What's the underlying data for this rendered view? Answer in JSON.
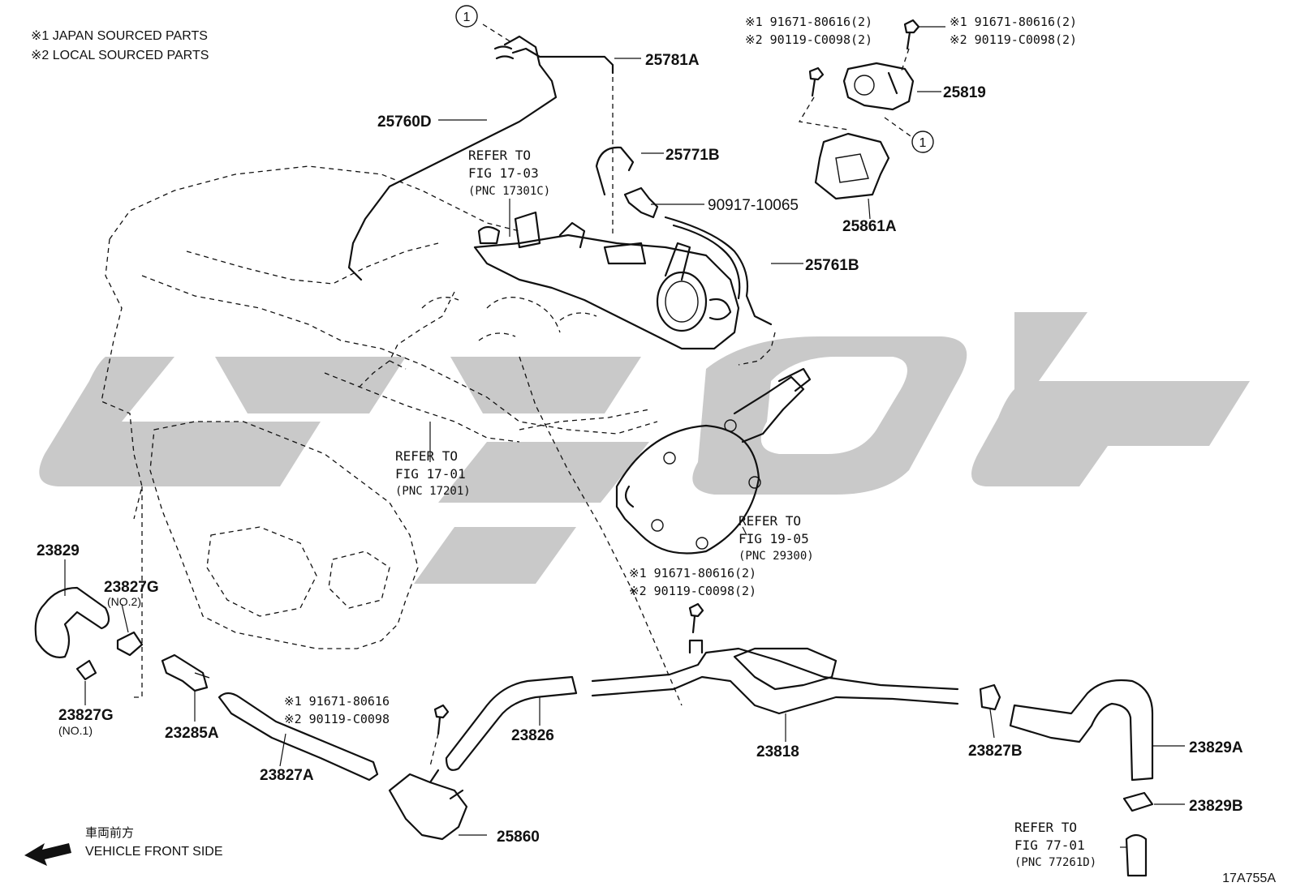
{
  "legend": {
    "line1": "※1 JAPAN SOURCED PARTS",
    "line2": "※2 LOCAL SOURCED PARTS"
  },
  "part_numbers": {
    "p25781A": "25781A",
    "p25760D": "25760D",
    "p25771B": "25771B",
    "p90917": "90917-10065",
    "p25761B": "25761B",
    "p25819": "25819",
    "p25861A": "25861A",
    "p23829": "23829",
    "p23827G_no2": "23827G",
    "p23827G_no2_sub": "(NO.2)",
    "p23827G_no1": "23827G",
    "p23827G_no1_sub": "(NO.1)",
    "p23285A": "23285A",
    "p23827A": "23827A",
    "p23826": "23826",
    "p23818": "23818",
    "p23827B": "23827B",
    "p23829A": "23829A",
    "p23829B": "23829B",
    "p25860": "25860"
  },
  "bolt_callouts": {
    "top_mid_1": "※1 91671-80616(2)",
    "top_mid_2": "※2 90119-C0098(2)",
    "top_right_1": "※1 91671-80616(2)",
    "top_right_2": "※2 90119-C0098(2)",
    "center_1": "※1 91671-80616(2)",
    "center_2": "※2 90119-C0098(2)",
    "lower_1": "※1 91671-80616",
    "lower_2": "※2 90119-C0098"
  },
  "refer": {
    "r1_title": "REFER TO",
    "r1_fig": "FIG 17-03",
    "r1_pnc": "(PNC 17301C)",
    "r2_title": "REFER TO",
    "r2_fig": "FIG 17-01",
    "r2_pnc": "(PNC 17201)",
    "r3_title": "REFER TO",
    "r3_fig": "FIG 19-05",
    "r3_pnc": "(PNC 29300)",
    "r4_title": "REFER TO",
    "r4_fig": "FIG 77-01",
    "r4_pnc": "(PNC 77261D)"
  },
  "markers": {
    "circle_top": "1",
    "circle_right": "1"
  },
  "front_note": {
    "japanese": "車両前方",
    "english": "VEHICLE FRONT SIDE"
  },
  "figure_id": "17A755A"
}
